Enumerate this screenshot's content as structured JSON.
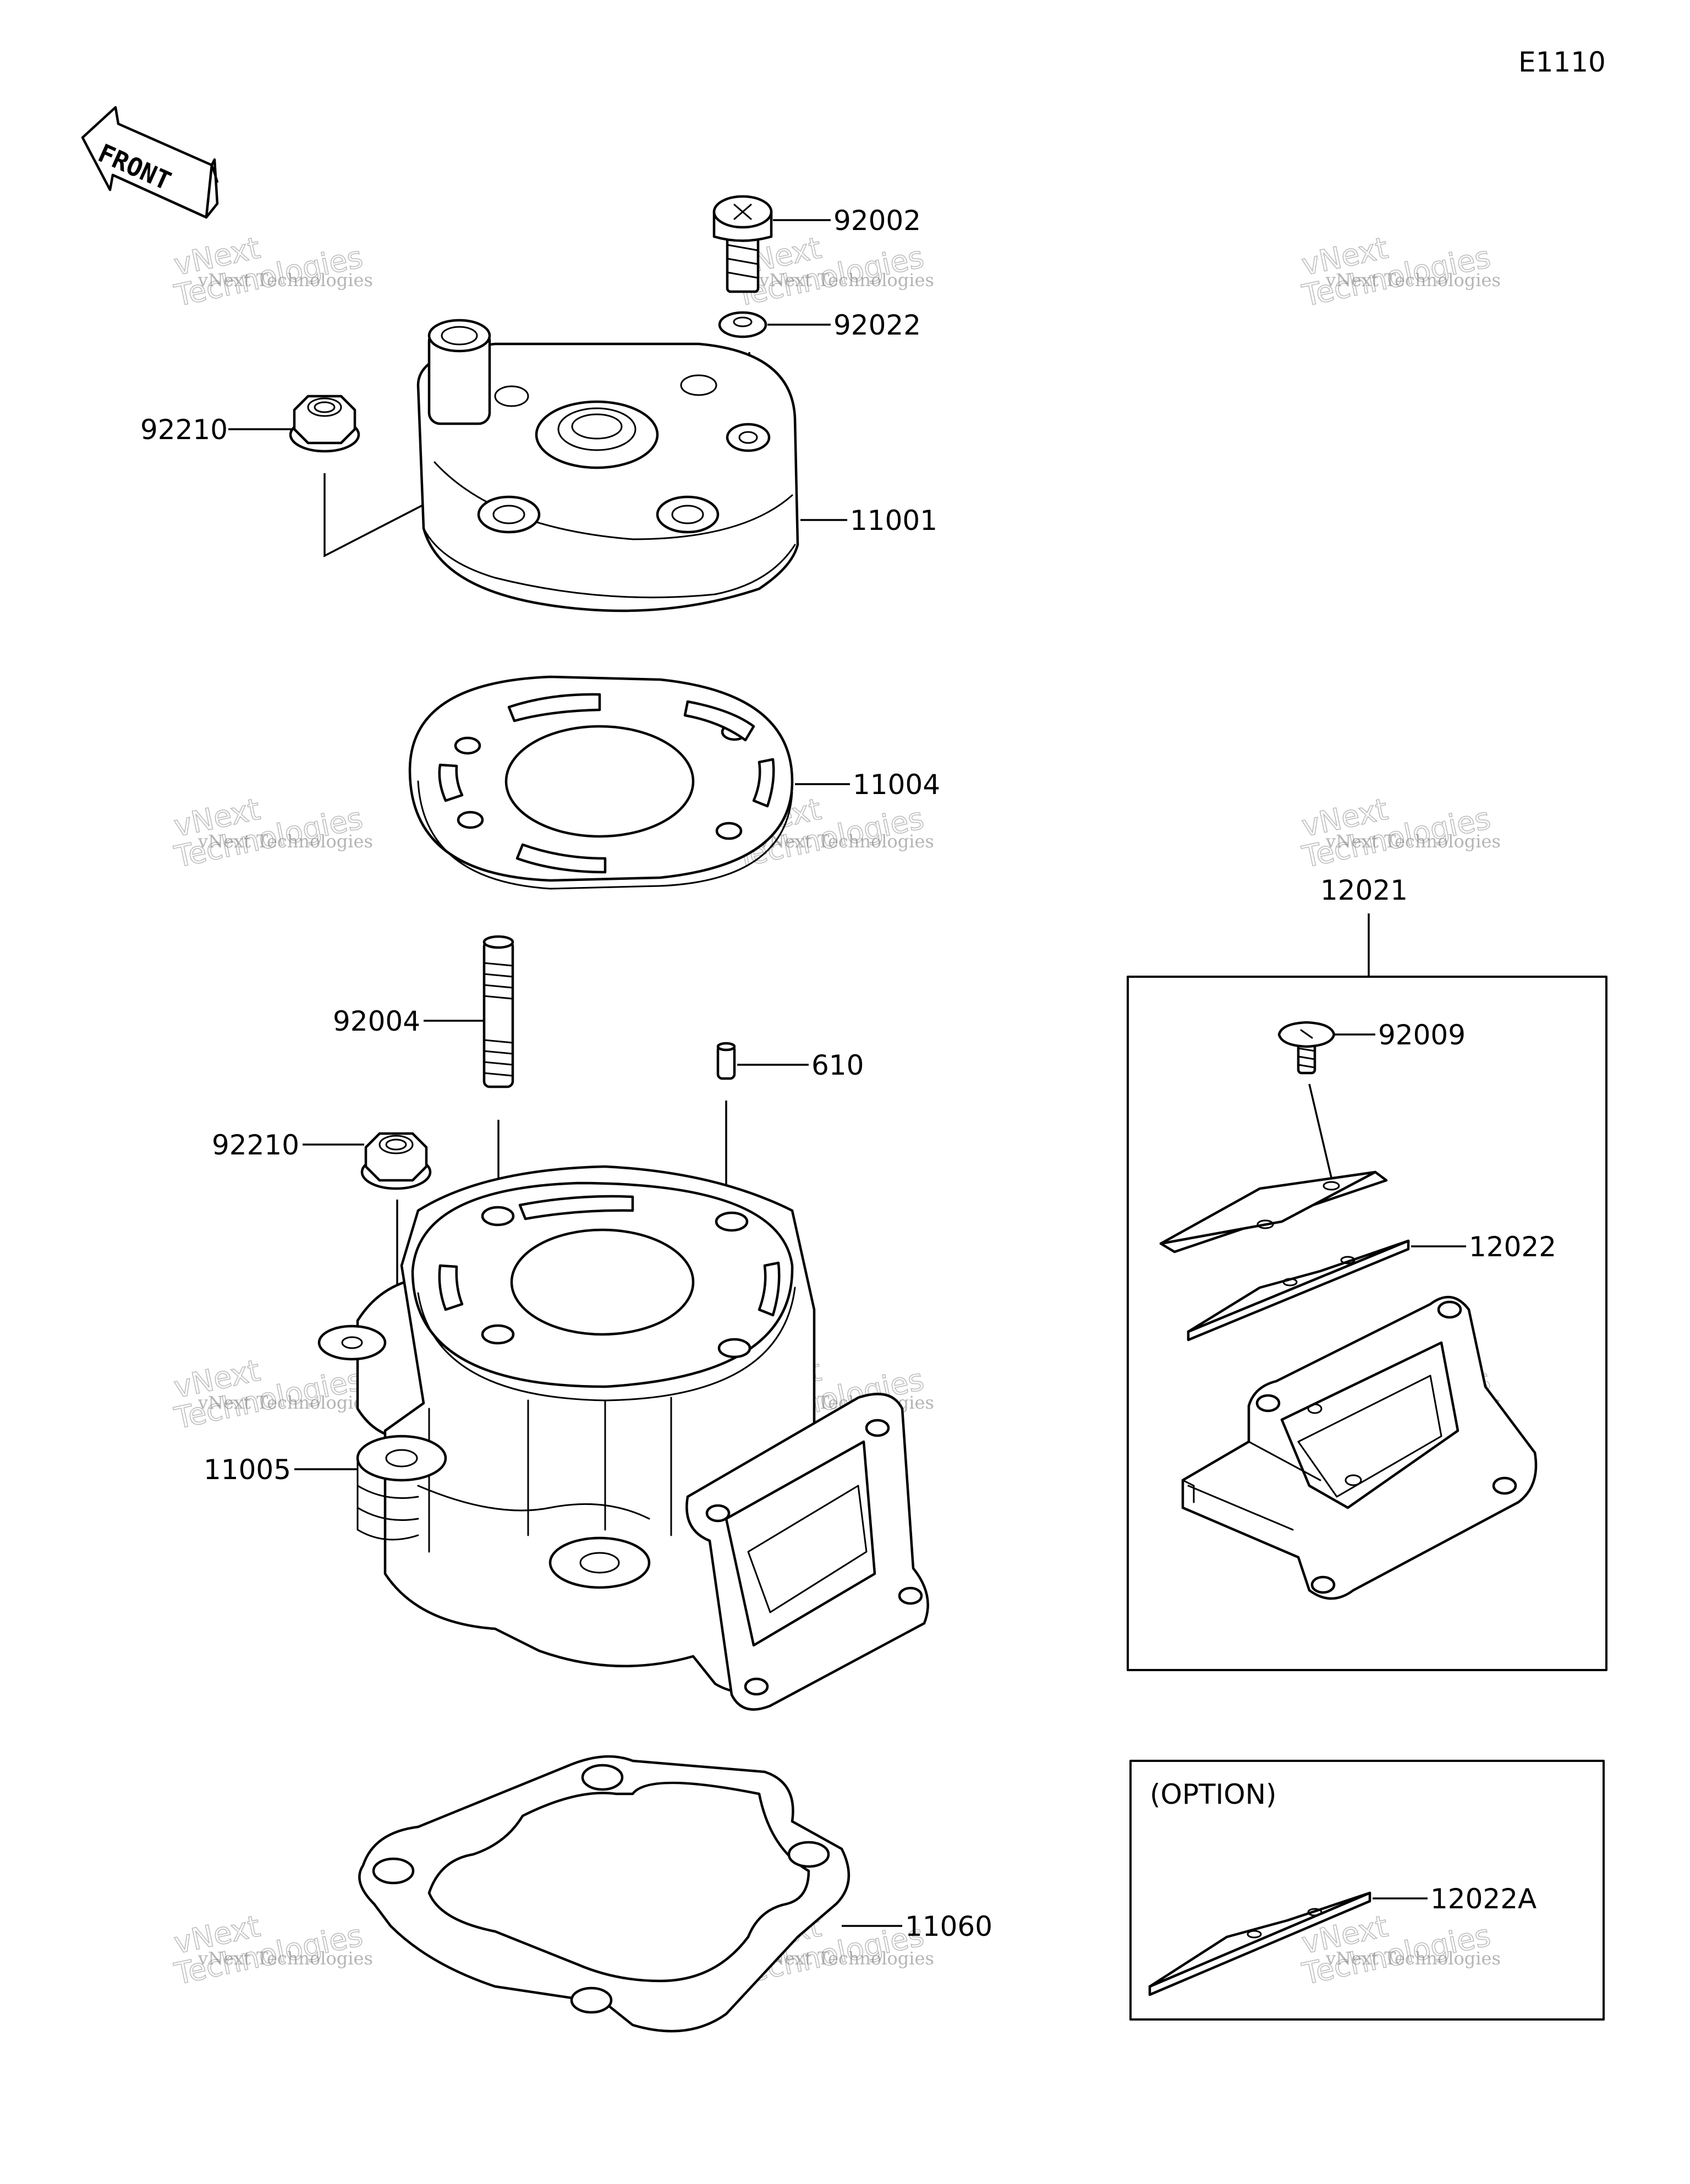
{
  "diagram_code": "E1110",
  "front_label": "FRONT",
  "option_label": "(OPTION)",
  "watermark": {
    "line1": "vNext Technologies",
    "line2": "Technologies",
    "line3": "vNext"
  },
  "parts": [
    {
      "number": "92002"
    },
    {
      "number": "92022"
    },
    {
      "number": "92210"
    },
    {
      "number": "11001"
    },
    {
      "number": "11004"
    },
    {
      "number": "92004"
    },
    {
      "number": "610"
    },
    {
      "number": "92210"
    },
    {
      "number": "11005"
    },
    {
      "number": "11060"
    },
    {
      "number": "12021"
    },
    {
      "number": "92009"
    },
    {
      "number": "12022"
    },
    {
      "number": "12022A"
    }
  ]
}
